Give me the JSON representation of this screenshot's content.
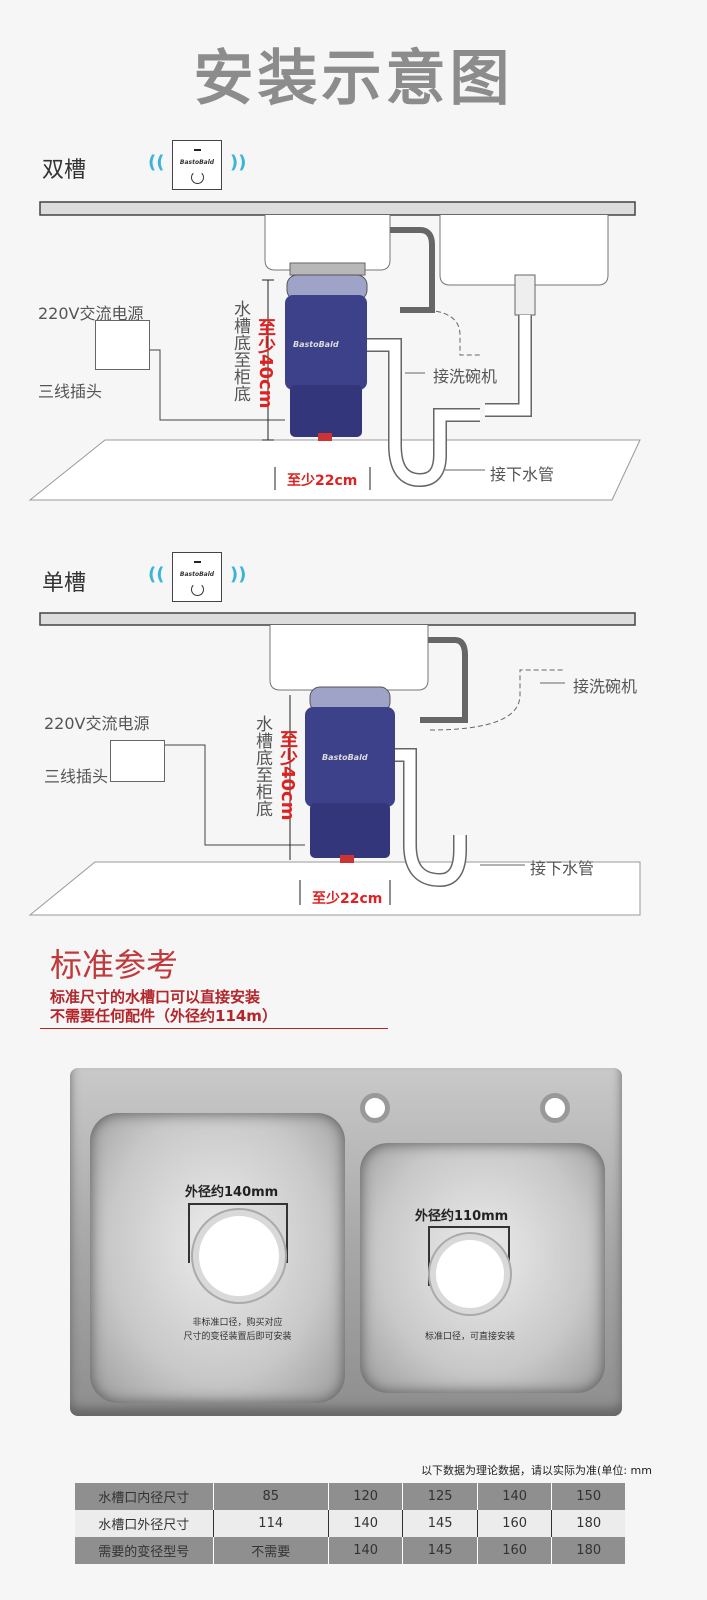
{
  "title": "安装示意图",
  "brand": "BastoBald",
  "double": {
    "label": "双槽",
    "power": "220V交流电源",
    "plug": "三线插头",
    "height_label": "水槽底至柜底",
    "height_min": "至少40cm",
    "width_min": "至少22cm",
    "dishwasher": "接洗碗机",
    "drain": "接下水管"
  },
  "single": {
    "label": "单槽",
    "power": "220V交流电源",
    "plug": "三线插头",
    "height_label": "水槽底至柜底",
    "height_min": "至少40cm",
    "width_min": "至少22cm",
    "dishwasher": "接洗碗机",
    "drain": "接下水管"
  },
  "reference": {
    "title": "标准参考",
    "line1": "标准尺寸的水槽口可以直接安装",
    "line2": "不需要任何配件（外径约114m）"
  },
  "sink_photo": {
    "left_dim": "外径约140mm",
    "left_note1": "非标准口径，购买对应",
    "left_note2": "尺寸的变径装置后即可安装",
    "right_dim": "外径约110mm",
    "right_note": "标准口径，可直接安装"
  },
  "table": {
    "note": "以下数据为理论数据，请以实际为准(单位: mm",
    "rows": [
      [
        "水槽口内径尺寸",
        "85",
        "120",
        "125",
        "140",
        "150"
      ],
      [
        "水槽口外径尺寸",
        "114",
        "140",
        "145",
        "160",
        "180"
      ],
      [
        "需要的变径型号",
        "不需要",
        "140",
        "145",
        "160",
        "180"
      ]
    ]
  }
}
